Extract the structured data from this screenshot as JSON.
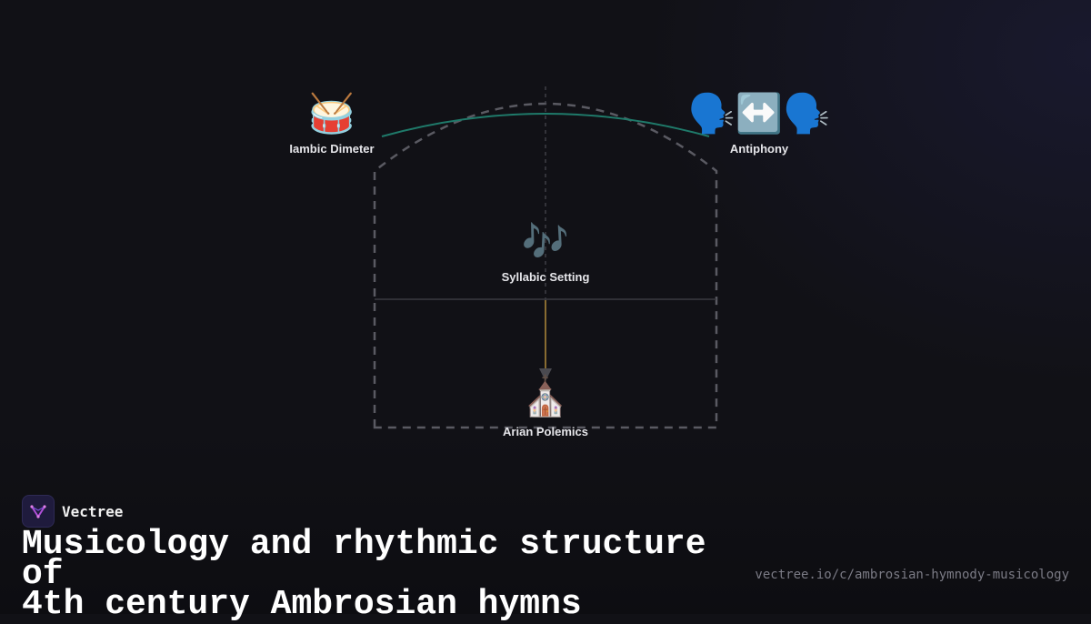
{
  "diagram": {
    "nodes": [
      {
        "id": "iambic",
        "icon": "🥁",
        "icon_name": "drum-icon",
        "label": "Iambic Dimeter"
      },
      {
        "id": "antiphony",
        "icon": "🗣️↔️🗣️",
        "icon_name": "antiphony-speaking-heads-icon",
        "label": "Antiphony"
      },
      {
        "id": "syllabic",
        "icon": "🎶",
        "icon_name": "musical-notes-icon",
        "label": "Syllabic Setting"
      },
      {
        "id": "arian",
        "icon": "⛪",
        "icon_name": "church-icon",
        "label": "Arian Polemics"
      }
    ],
    "colors": {
      "arch_dashed": "#5a5a62",
      "curve_teal": "#1f7a6a",
      "arrow_gold": "#b08a3a",
      "divider": "#3a3a40"
    }
  },
  "brand": {
    "name": "Vectree",
    "logo_icon": "vectree-logo-icon"
  },
  "title": {
    "line1": "Musicology and rhythmic structure of",
    "line2": "4th century Ambrosian hymns"
  },
  "footer": {
    "url": "vectree.io/c/ambrosian-hymnody-musicology"
  }
}
